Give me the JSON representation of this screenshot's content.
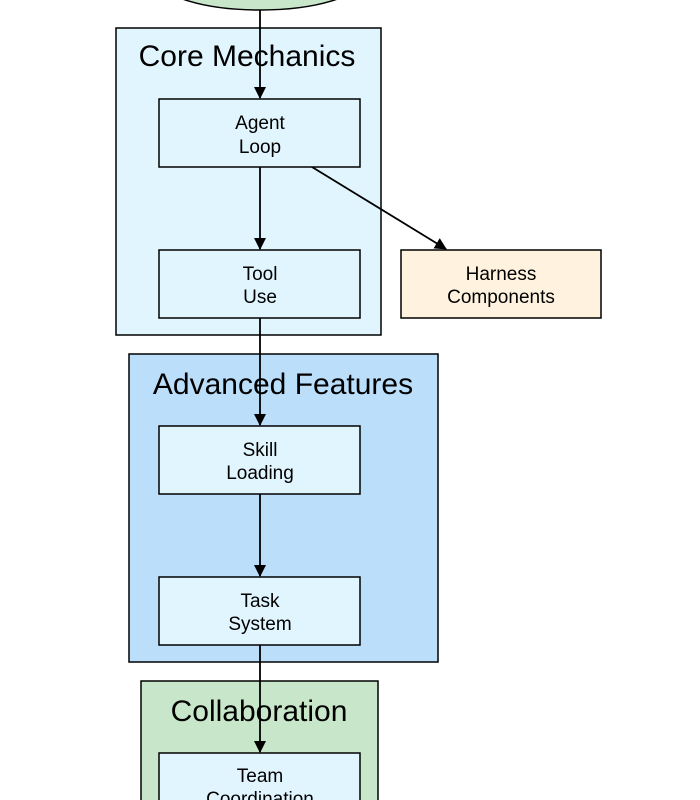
{
  "diagram": {
    "clusters": {
      "core": {
        "title": "Core Mechanics",
        "fill": "#e1f5fe"
      },
      "advanced": {
        "title": "Advanced Features",
        "fill": "#bbdefb"
      },
      "collab": {
        "title": "Collaboration",
        "fill": "#c8e6c9"
      }
    },
    "nodes": {
      "start": {
        "fill": "#c8e6c9"
      },
      "agent_loop": {
        "line1": "Agent",
        "line2": "Loop",
        "fill": "#e1f5fe"
      },
      "tool_use": {
        "line1": "Tool",
        "line2": "Use",
        "fill": "#e1f5fe"
      },
      "harness": {
        "line1": "Harness",
        "line2": "Components",
        "fill": "#fff3e0"
      },
      "skill_loading": {
        "line1": "Skill",
        "line2": "Loading",
        "fill": "#e1f5fe"
      },
      "task_system": {
        "line1": "Task",
        "line2": "System",
        "fill": "#e1f5fe"
      },
      "team_coord": {
        "line1": "Team",
        "line2": "Coordination",
        "fill": "#e1f5fe"
      }
    },
    "edges": [
      {
        "from": "start",
        "to": "agent_loop"
      },
      {
        "from": "agent_loop",
        "to": "tool_use"
      },
      {
        "from": "agent_loop",
        "to": "harness"
      },
      {
        "from": "tool_use",
        "to": "skill_loading"
      },
      {
        "from": "skill_loading",
        "to": "task_system"
      },
      {
        "from": "task_system",
        "to": "team_coord"
      }
    ]
  }
}
